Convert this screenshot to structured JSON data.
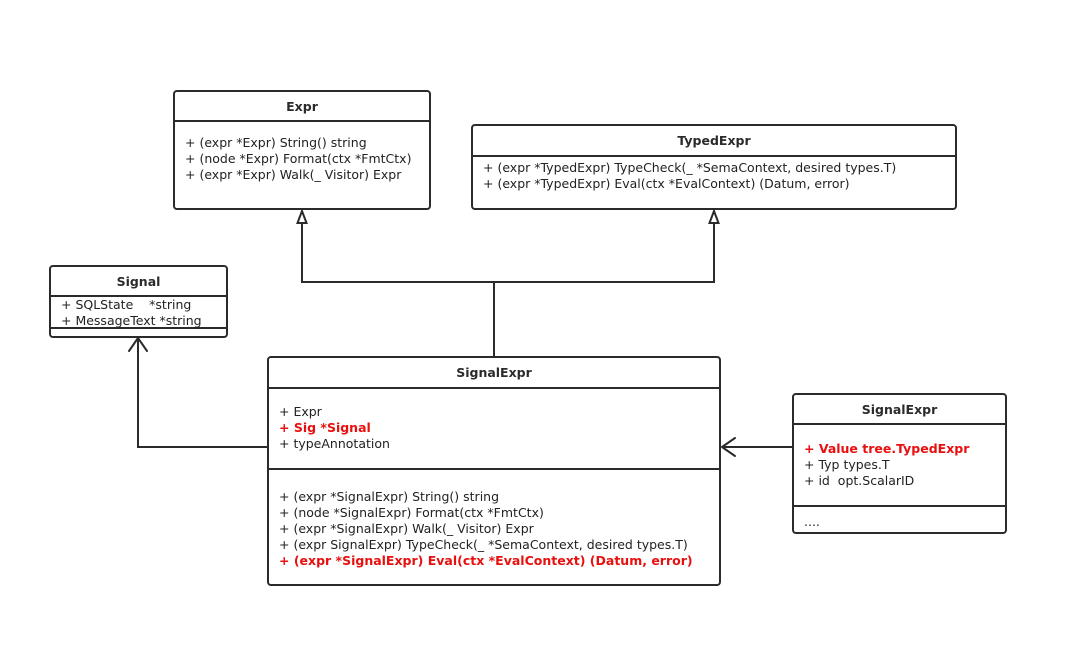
{
  "diagram": {
    "classes": {
      "expr": {
        "name": "Expr",
        "methods": [
          "+ (expr *Expr) String() string",
          "+ (node *Expr) Format(ctx *FmtCtx)",
          "+ (expr *Expr) Walk(_ Visitor) Expr"
        ]
      },
      "typed_expr": {
        "name": "TypedExpr",
        "methods": [
          "+ (expr *TypedExpr) TypeCheck(_ *SemaContext, desired types.T)",
          "+ (expr *TypedExpr) Eval(ctx *EvalContext) (Datum, error)"
        ]
      },
      "signal": {
        "name": "Signal",
        "fields": [
          "+ SQLState    *string",
          "+ MessageText *string"
        ]
      },
      "signal_expr": {
        "name": "SignalExpr",
        "fields": [
          {
            "text": "+ Expr",
            "highlight": false
          },
          {
            "text": "+ Sig *Signal",
            "highlight": true
          },
          {
            "text": "+ typeAnnotation",
            "highlight": false
          }
        ],
        "methods": [
          {
            "text": "+ (expr *SignalExpr) String() string",
            "highlight": false
          },
          {
            "text": "+ (node *SignalExpr) Format(ctx *FmtCtx)",
            "highlight": false
          },
          {
            "text": "+ (expr *SignalExpr) Walk(_ Visitor) Expr",
            "highlight": false
          },
          {
            "text": "+ (expr SignalExpr) TypeCheck(_ *SemaContext, desired types.T)",
            "highlight": false
          },
          {
            "text": "+ (expr *SignalExpr) Eval(ctx *EvalContext) (Datum, error)",
            "highlight": true
          }
        ]
      },
      "signal_expr_alt": {
        "name": "SignalExpr",
        "fields": [
          {
            "text": "+ Value tree.TypedExpr",
            "highlight": true
          },
          {
            "text": "+ Typ types.T",
            "highlight": false
          },
          {
            "text": "+ id  opt.ScalarID",
            "highlight": false
          }
        ],
        "methods": [
          {
            "text": "....",
            "highlight": false
          }
        ]
      }
    },
    "relations": [
      {
        "from": "signal_expr",
        "to": "expr",
        "kind": "realization"
      },
      {
        "from": "signal_expr",
        "to": "typed_expr",
        "kind": "realization"
      },
      {
        "from": "signal_expr",
        "to": "signal",
        "kind": "association"
      },
      {
        "from": "signal_expr_alt",
        "to": "signal_expr",
        "kind": "association"
      }
    ],
    "colors": {
      "line": "#2b2b2b",
      "highlight": "#e8100f",
      "text": "#222222"
    }
  }
}
